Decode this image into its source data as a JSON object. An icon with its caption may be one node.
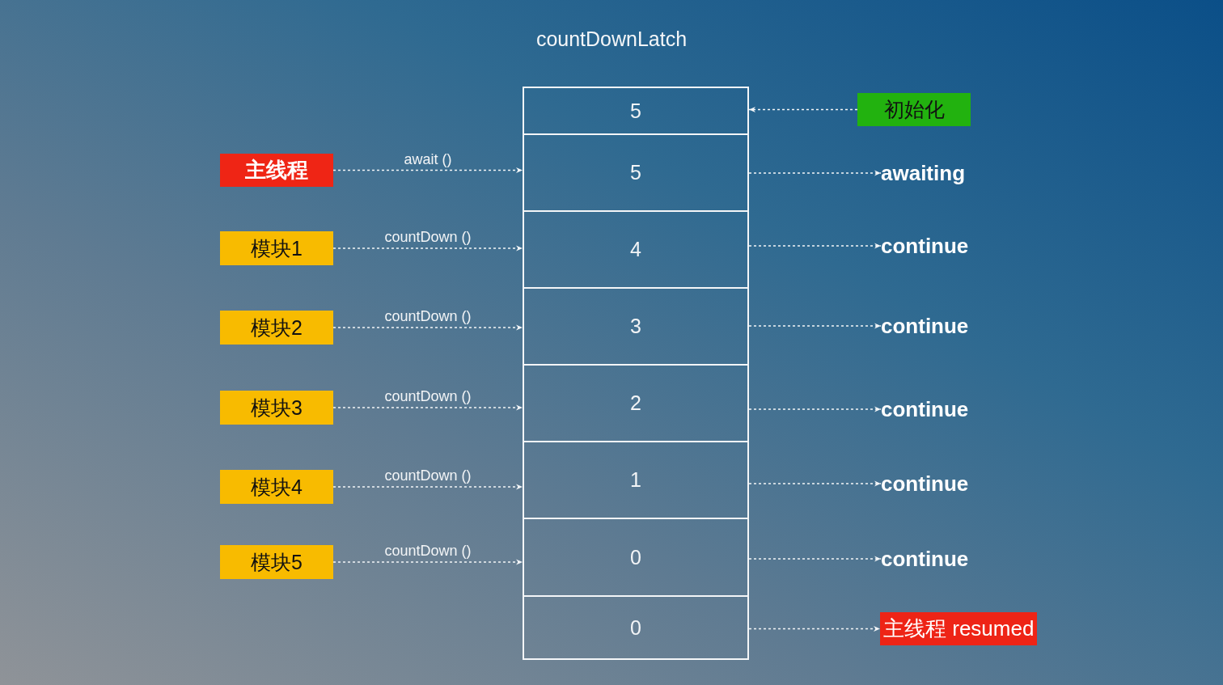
{
  "diagram": {
    "title": "countDownLatch",
    "nodes": [
      {
        "text": [
          "5"
        ]
      },
      {
        "text": [
          "初始化"
        ]
      },
      {
        "text": [
          "主线程"
        ]
      },
      {
        "text": [
          "5"
        ]
      },
      {
        "text": [
          "awaiting"
        ]
      },
      {
        "text": [
          "模块1"
        ]
      },
      {
        "text": [
          "4"
        ]
      },
      {
        "text": [
          "continue"
        ]
      },
      {
        "text": [
          "模块2"
        ]
      },
      {
        "text": [
          "3"
        ]
      },
      {
        "text": [
          "continue"
        ]
      },
      {
        "text": [
          "模块3"
        ]
      },
      {
        "text": [
          "2"
        ]
      },
      {
        "text": [
          "continue"
        ]
      },
      {
        "text": [
          "模块4"
        ]
      },
      {
        "text": [
          "1"
        ]
      },
      {
        "text": [
          "continue"
        ]
      },
      {
        "text": [
          "模块5"
        ]
      },
      {
        "text": [
          "0"
        ]
      },
      {
        "text": [
          "continue"
        ]
      },
      {
        "text": [
          "0"
        ]
      },
      {
        "text": [
          "主线程 resumed"
        ]
      }
    ],
    "edges": [
      {
        "from": 1,
        "to": 0,
        "arrow": "to",
        "style": "dashed"
      },
      {
        "from": 2,
        "to": 3,
        "arrow": "to",
        "label": "await ()",
        "style": "dashed"
      },
      {
        "from": 3,
        "to": 4,
        "arrow": "to",
        "style": "dashed"
      },
      {
        "from": 5,
        "to": 6,
        "arrow": "to",
        "label": "countDown ()",
        "style": "dashed"
      },
      {
        "from": 6,
        "to": 7,
        "arrow": "to",
        "style": "dashed"
      },
      {
        "from": 8,
        "to": 9,
        "arrow": "to",
        "label": "countDown ()",
        "style": "dashed"
      },
      {
        "from": 9,
        "to": 10,
        "arrow": "to",
        "style": "dashed"
      },
      {
        "from": 11,
        "to": 12,
        "arrow": "to",
        "label": "countDown ()",
        "style": "dashed"
      },
      {
        "from": 12,
        "to": 13,
        "arrow": "to",
        "style": "dashed"
      },
      {
        "from": 14,
        "to": 15,
        "arrow": "to",
        "label": "countDown ()",
        "style": "dashed"
      },
      {
        "from": 15,
        "to": 16,
        "arrow": "to",
        "style": "dashed"
      },
      {
        "from": 17,
        "to": 18,
        "arrow": "to",
        "label": "countDown ()",
        "style": "dashed"
      },
      {
        "from": 18,
        "to": 19,
        "arrow": "to",
        "style": "dashed"
      },
      {
        "from": 20,
        "to": 21,
        "arrow": "to",
        "style": "dashed"
      }
    ]
  }
}
